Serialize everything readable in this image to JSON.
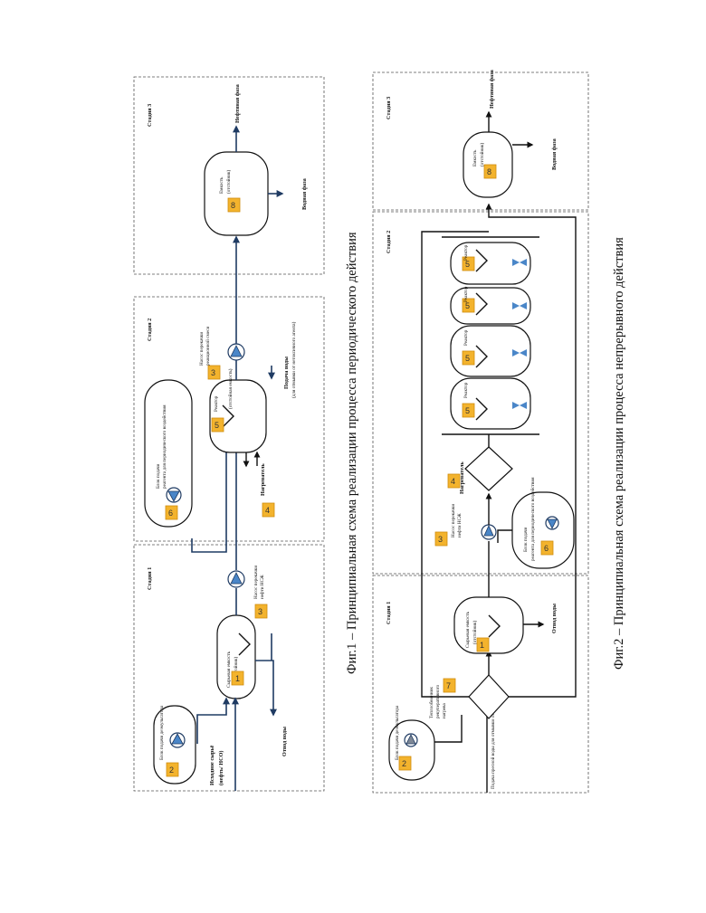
{
  "fig1": {
    "caption": "Фиг.1 – Принципиальная схема реализации процесса периодического действия",
    "stages": [
      "Стадия 1",
      "Стадия 2",
      "Стадия 3"
    ],
    "labels": {
      "block_demulsifier": "Блок подачи деэмульгатора",
      "feed": "Исходное сырьё",
      "feed2": "(нефть/ НСО)",
      "water_out": "Отвод воды",
      "raw_tank": "Сырьевая емкость",
      "raw_tank2": "(отстойник)",
      "pump_oil": "Насос перекачки",
      "pump_oil2": "нефти НСЖ",
      "block_reagent": "Блок подачи",
      "block_reagent2": "реагента для периодического воздействия",
      "heater": "Нагреватель",
      "reactor": "Реактор",
      "reactor2": "(отстойная емкость)",
      "water_in": "Подача воды",
      "water_in2": "(для отмывки от нетоксичного агента)",
      "pump_mix": "Насос перекачки",
      "pump_mix2": "реакционной смеси",
      "tank": "Емкость",
      "tank2": "(отстойник)",
      "oil_phase": "Нефтяная фаза",
      "water_phase": "Водная фаза"
    },
    "badges": [
      "1",
      "2",
      "3",
      "4",
      "5",
      "6",
      "3",
      "8"
    ]
  },
  "fig2": {
    "caption": "Фиг.2 – Принципиальная схема реализации процесса непрерывного действия",
    "stages": [
      "Стадия 1",
      "Стадия 2",
      "Стадия 3"
    ],
    "labels": {
      "block_demulsifier": "Блок подачи деэмульгатора",
      "water_feed": "Подача пресной воды для отмывки от НСО",
      "heat_exchanger": "Теплообменник",
      "heat_exchanger2": "рекуперативного",
      "heat_exchanger3": "нагрева",
      "raw_tank": "Сырьевая емкость",
      "raw_tank2": "(отстойник)",
      "water_out": "Отвод воды",
      "pump_oil": "Насос перекачки",
      "pump_oil2": "нефти НСЖ",
      "heater": "Нагреватель",
      "block_reagent": "Блок подачи",
      "block_reagent2": "реагента для периодического воздействия",
      "reactor": "Реактор",
      "tank": "Емкость",
      "tank2": "(отстойник)",
      "oil_phase": "Нефтяная фаза",
      "water_phase": "Водная фаза"
    },
    "badges": [
      "2",
      "7",
      "1",
      "3",
      "4",
      "6",
      "5",
      "5",
      "5",
      "5",
      "8"
    ]
  }
}
